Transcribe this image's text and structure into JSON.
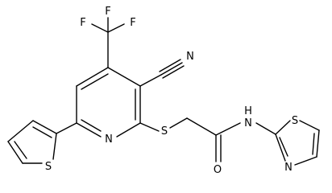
{
  "atoms": {
    "f_top": "F",
    "f_left": "F",
    "f_right": "F",
    "nitrile_n": "N",
    "pyridine_n": "N",
    "thioether_s": "S",
    "thiophene_s": "S",
    "amide_o": "O",
    "amide_nh": "N",
    "amide_h": "H",
    "thiazole_s": "S",
    "thiazole_n": "N"
  },
  "colors": {
    "bond": "#000000",
    "label": "#000000",
    "background": "#ffffff"
  }
}
